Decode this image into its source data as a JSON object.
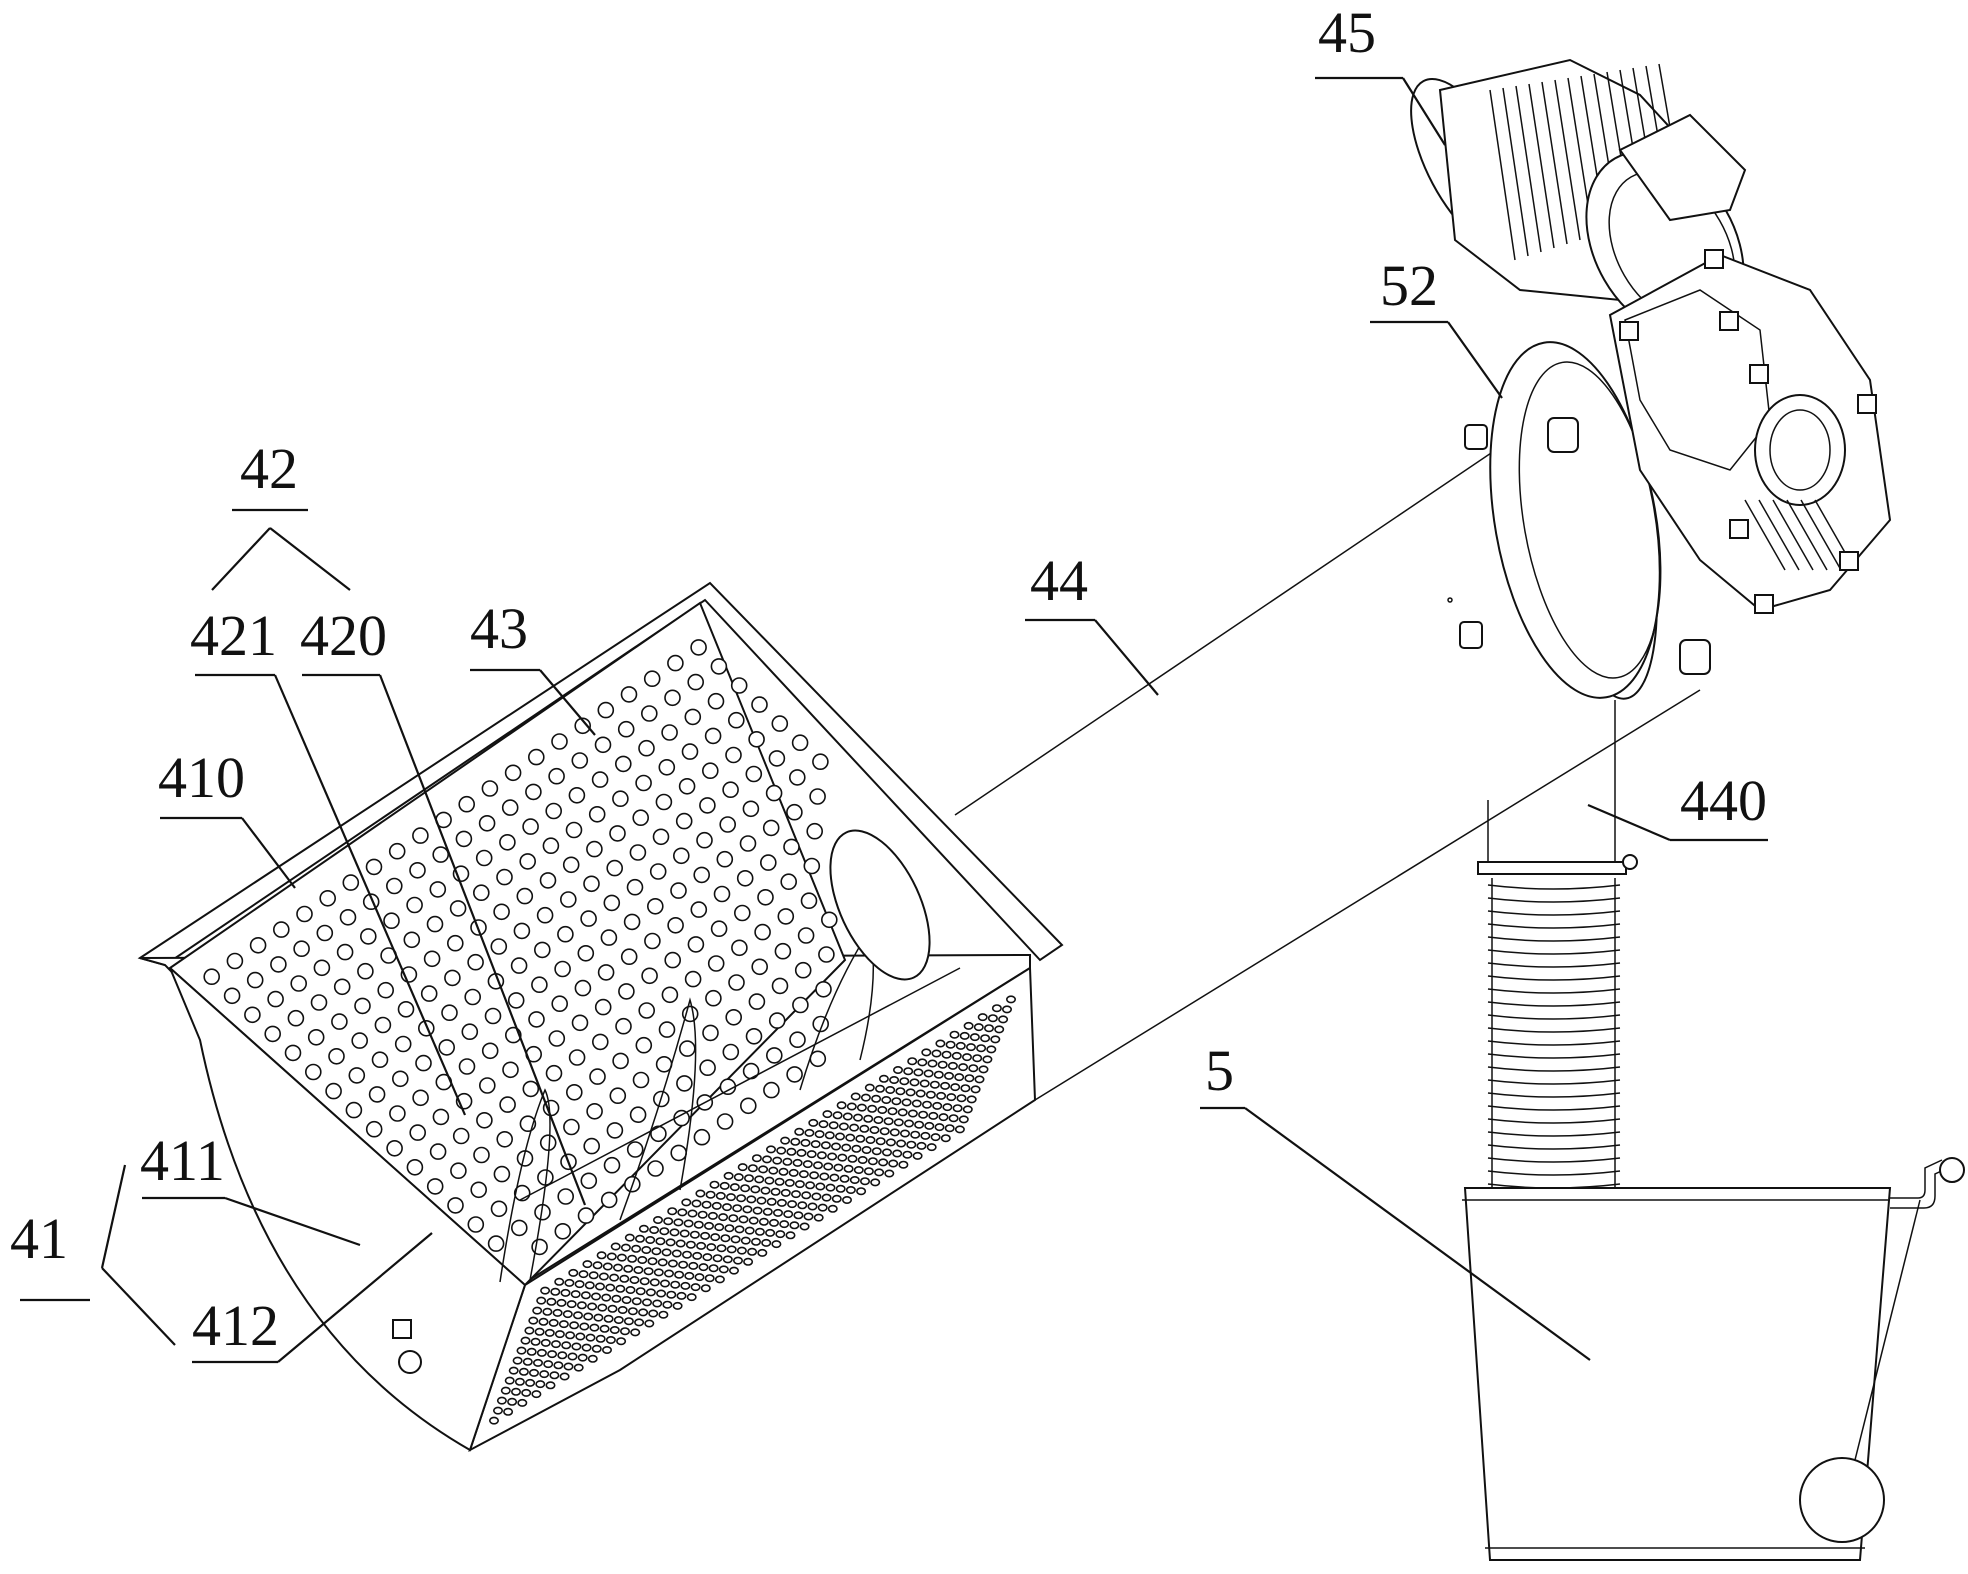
{
  "labels": {
    "n41": "41",
    "n410": "410",
    "n411": "411",
    "n412": "412",
    "n42": "42",
    "n420": "420",
    "n421": "421",
    "n43": "43",
    "n44": "44",
    "n440": "440",
    "n45": "45",
    "n5": "5",
    "n52": "52"
  },
  "colors": {
    "line": "#111111",
    "background": "#ffffff"
  }
}
